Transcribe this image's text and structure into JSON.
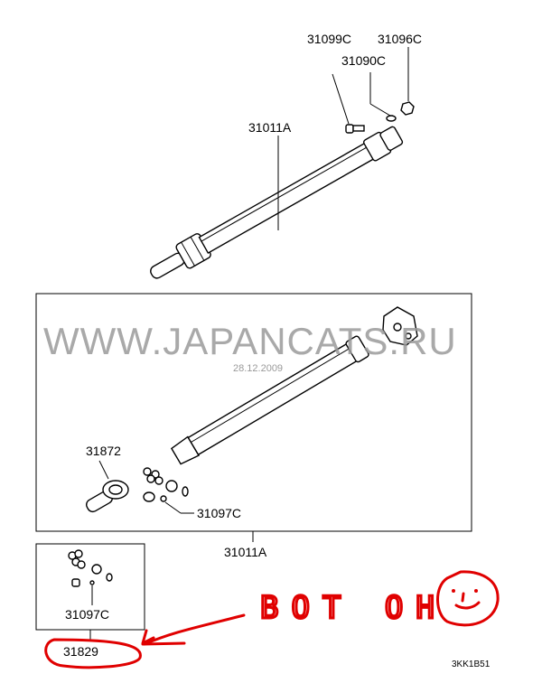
{
  "labels": {
    "bolt": "31099C",
    "nut": "31096C",
    "washer": "31090C",
    "shaft_top": "31011A",
    "flange_yoke": "31872",
    "joint_kit_main": "31097C",
    "shaft_assembly": "31011A",
    "joint_kit_box": "31097C",
    "kit_part": "31829"
  },
  "watermark": "WWW.JAPANCATS.RU",
  "date": "28.12.2009",
  "diagram_code": "3KK1B51",
  "handwritten_note": "ВОТ ОН",
  "colors": {
    "annotation": "#e00000",
    "watermark": "#9a9a9a"
  }
}
